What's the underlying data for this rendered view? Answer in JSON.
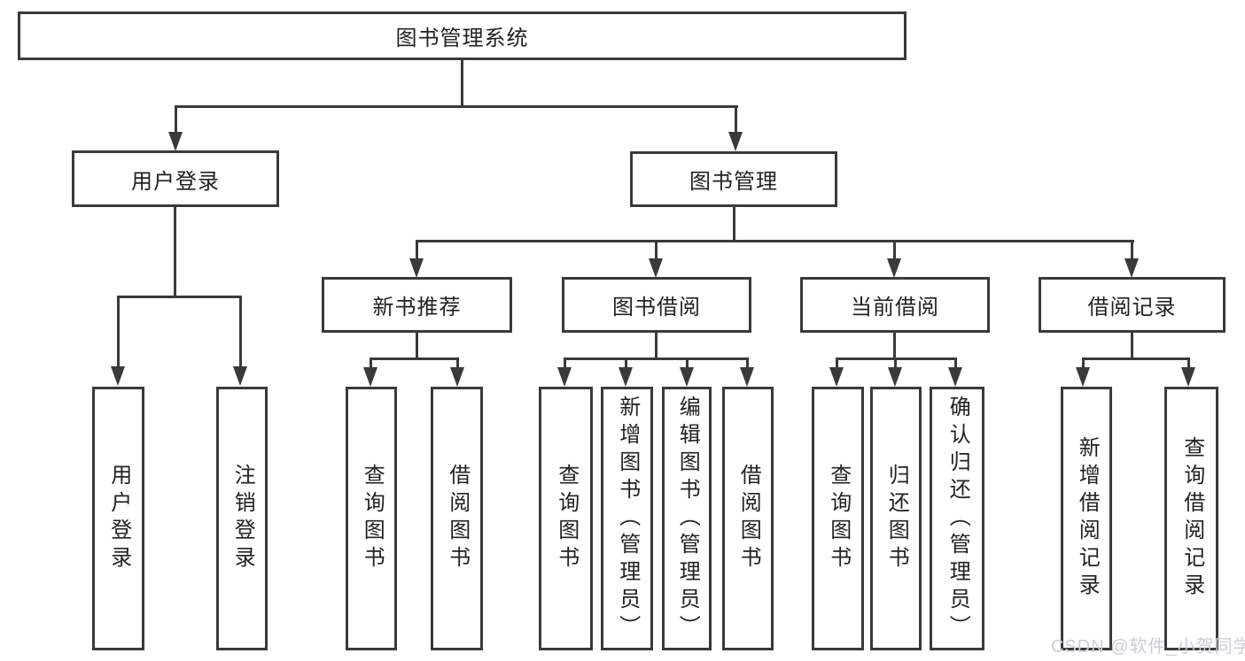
{
  "diagram": {
    "title_node": {
      "label": "图书管理系统"
    },
    "level2": {
      "user_login": {
        "label": "用户登录"
      },
      "book_mgmt": {
        "label": "图书管理"
      }
    },
    "level3": {
      "new_books": {
        "label": "新书推荐"
      },
      "borrowing": {
        "label": "图书借阅"
      },
      "current": {
        "label": "当前借阅"
      },
      "records": {
        "label": "借阅记录"
      }
    },
    "leaves": {
      "user_login_1": {
        "label": "用户登录"
      },
      "user_login_2": {
        "label": "注销登录"
      },
      "new_books_1": {
        "label": "查询图书"
      },
      "new_books_2": {
        "label": "借阅图书"
      },
      "borrowing_1": {
        "label": "查询图书"
      },
      "borrowing_2": {
        "label": "新增图书（管理员）"
      },
      "borrowing_3": {
        "label": "编辑图书（管理员）"
      },
      "borrowing_4": {
        "label": "借阅图书"
      },
      "current_1": {
        "label": "查询图书"
      },
      "current_2": {
        "label": "归还图书"
      },
      "current_3": {
        "label": "确认归还（管理员）"
      },
      "records_1": {
        "label": "新增借阅记录"
      },
      "records_2": {
        "label": "查询借阅记录"
      }
    }
  },
  "watermark": {
    "text": "CSDN @软件_小贺同学"
  },
  "colors": {
    "line": "#3a3a3a",
    "text": "#222222",
    "background": "#ffffff",
    "watermark": "#c9ced4"
  }
}
